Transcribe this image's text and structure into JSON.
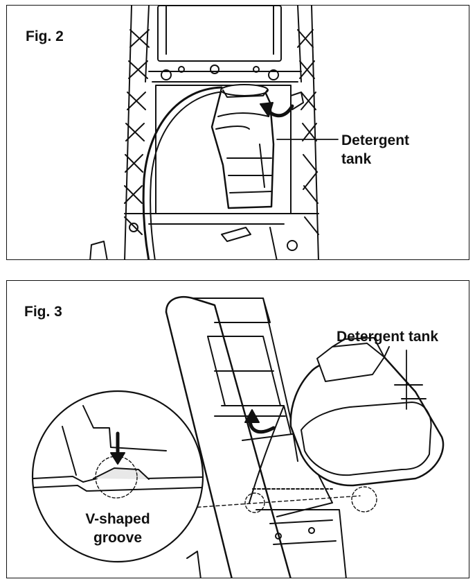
{
  "fig2": {
    "label": "Fig. 2",
    "callout_line1": "Detergent",
    "callout_line2": "tank"
  },
  "fig3": {
    "label": "Fig. 3",
    "callout": "Detergent tank",
    "magnifier_line1": "V-shaped",
    "magnifier_line2": "groove"
  },
  "colors": {
    "ink": "#111111",
    "paper": "#ffffff",
    "shade": "#e8e8e8"
  }
}
